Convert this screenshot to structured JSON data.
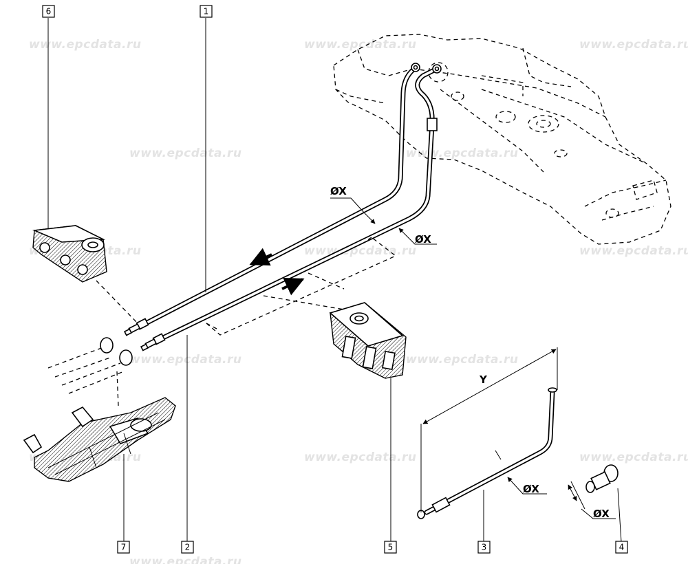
{
  "watermark": "www.epcdata.ru",
  "callouts": {
    "c1": "1",
    "c2": "2",
    "c3": "3",
    "c4": "4",
    "c5": "5",
    "c6": "6",
    "c7": "7"
  },
  "dimensions": {
    "dia_upper_pipe": "ØX",
    "dia_lower_pipe": "ØX",
    "dia_pipe3": "ØX",
    "dia_fitting4": "ØX",
    "length_pipe3": "Y"
  }
}
